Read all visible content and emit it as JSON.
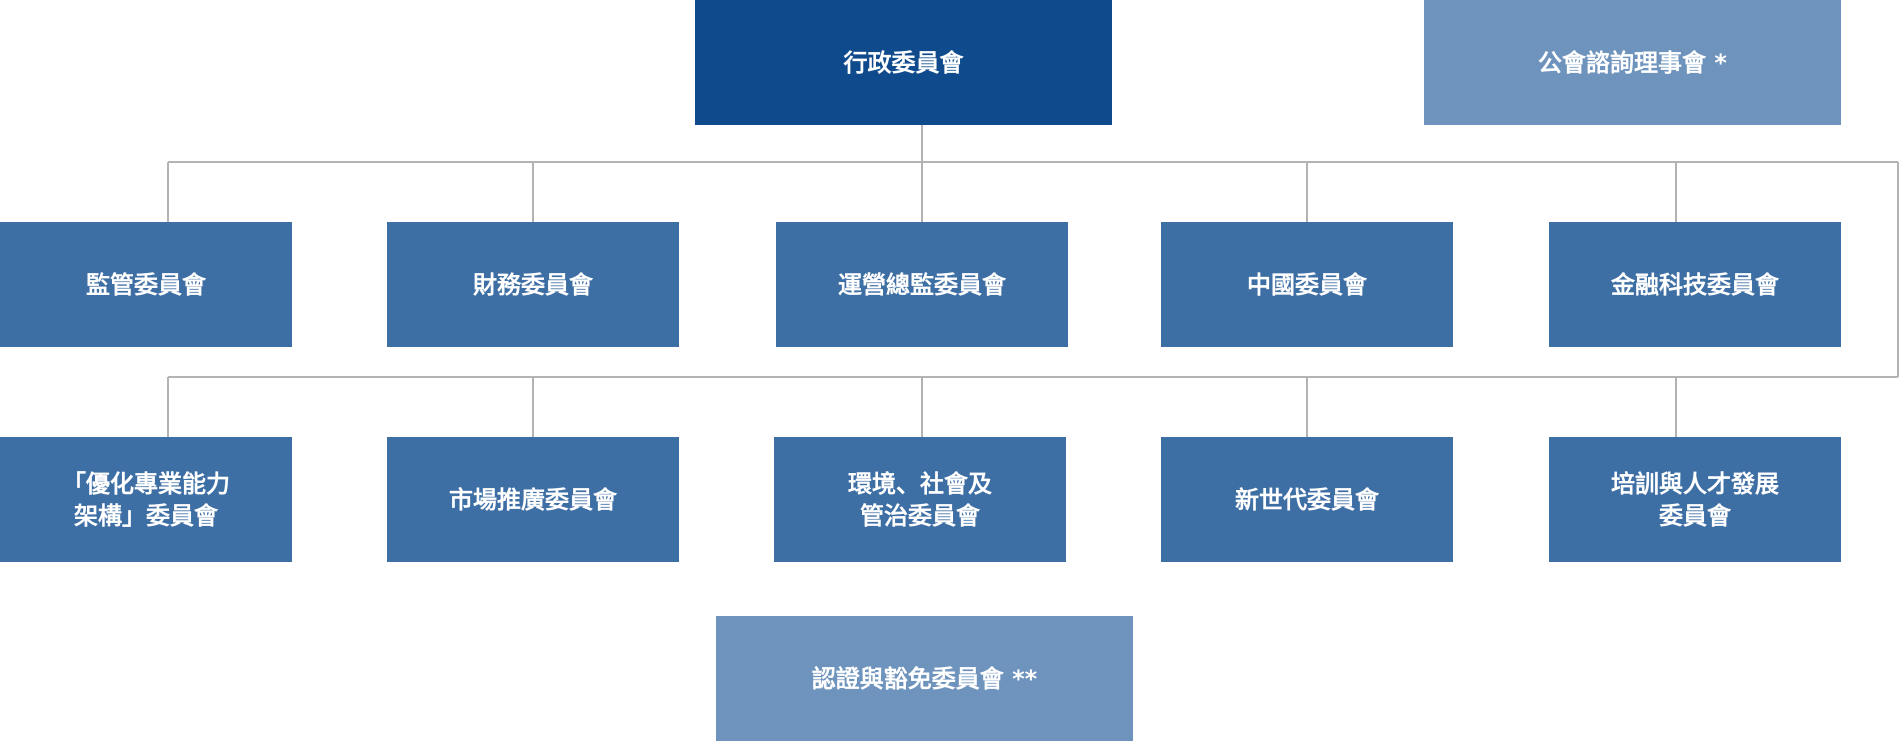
{
  "top": {
    "executive_committee": "行政委員會",
    "advisory_council": "公會諮詢理事會 *"
  },
  "row1": [
    "監管委員會",
    "財務委員會",
    "運營總監委員會",
    "中國委員會",
    "金融科技委員會"
  ],
  "row2": [
    "「優化專業能力\n架構」委員會",
    "市場推廣委員會",
    "環境、社會及\n管治委員會",
    "新世代委員會",
    "培訓與人才發展\n委員會"
  ],
  "bottom": {
    "accreditation_committee": "認證與豁免委員會 **"
  },
  "colors": {
    "executive": "#0f4b8c",
    "committee": "#3d6ea4",
    "advisory": "#6e93bd",
    "connector": "#b3b3b3"
  }
}
